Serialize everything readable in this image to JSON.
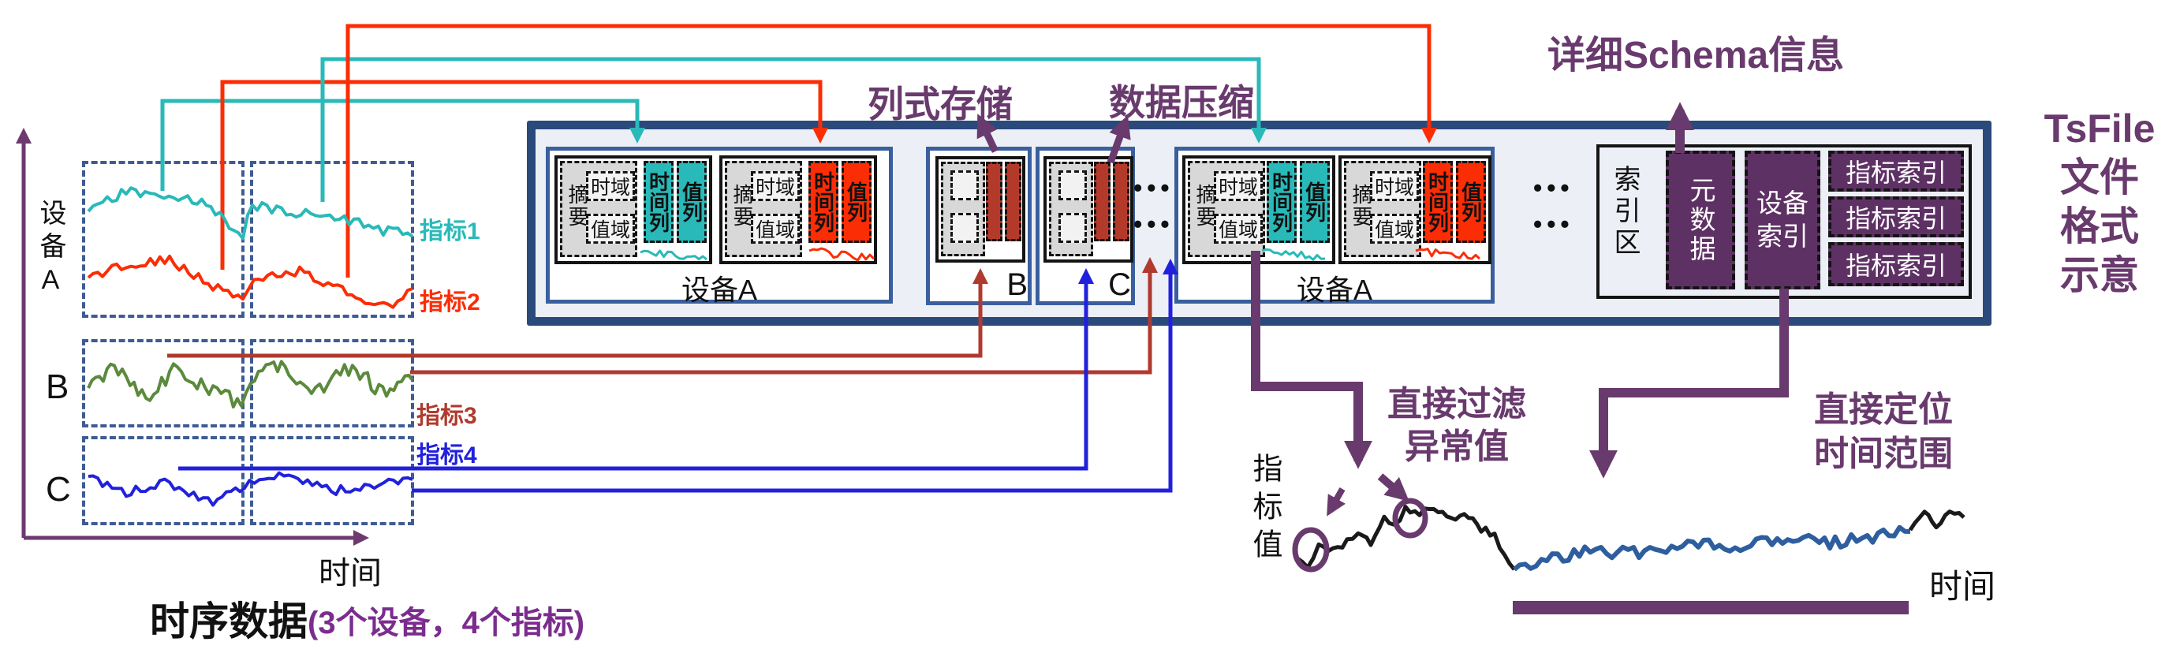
{
  "colors": {
    "cyan": "#2ab9b9",
    "red": "#fb2d05",
    "brick": "#b03a2e",
    "blue": "#2121dd",
    "green": "#5b8a3c",
    "purple": "#693a6d",
    "bright_purple": "#7b2d8e",
    "index_block_purple": "#5e3164",
    "file_border_navy": "#2a4a7c",
    "group_border_blue": "#3a5f9e",
    "dashed_box_blue": "#3e5c94",
    "steel": "#2e5e9e",
    "axis": "#6d3a70",
    "black": "#1a1a1a"
  },
  "left_chart": {
    "device_a_label": "设备A",
    "device_b_label": "B",
    "device_c_label": "C",
    "metrics": [
      {
        "label": "指标1"
      },
      {
        "label": "指标2"
      },
      {
        "label": "指标3"
      },
      {
        "label": "指标4"
      }
    ],
    "x_axis_label": "时间",
    "caption": "时序数据",
    "caption_note": "(3个设备，4个指标)"
  },
  "tsfile_box": {
    "chunk": {
      "summary": "摘要",
      "time_domain": "时域",
      "value_domain": "值域",
      "time_column": "时间列",
      "value_column": "值列"
    },
    "group_a_label": "设备A",
    "group_b_label": "B",
    "group_c_label": "C",
    "ellipsis": "•••",
    "index_area": {
      "label": "索引区",
      "metadata": "元数据",
      "device_index": "设备索引",
      "metric_index": "指标索引"
    }
  },
  "annotations": {
    "columnar_storage": "列式存储",
    "data_compression": "数据压缩",
    "schema_info": "详细Schema信息",
    "title_lines": [
      "TsFile",
      "文件",
      "格式",
      "示意"
    ],
    "filter_line1": "直接过滤",
    "filter_line2": "异常值",
    "locate_line1": "直接定位",
    "locate_line2": "时间范围"
  },
  "bottom_chart": {
    "y_label": "指标值",
    "x_label": "时间"
  }
}
